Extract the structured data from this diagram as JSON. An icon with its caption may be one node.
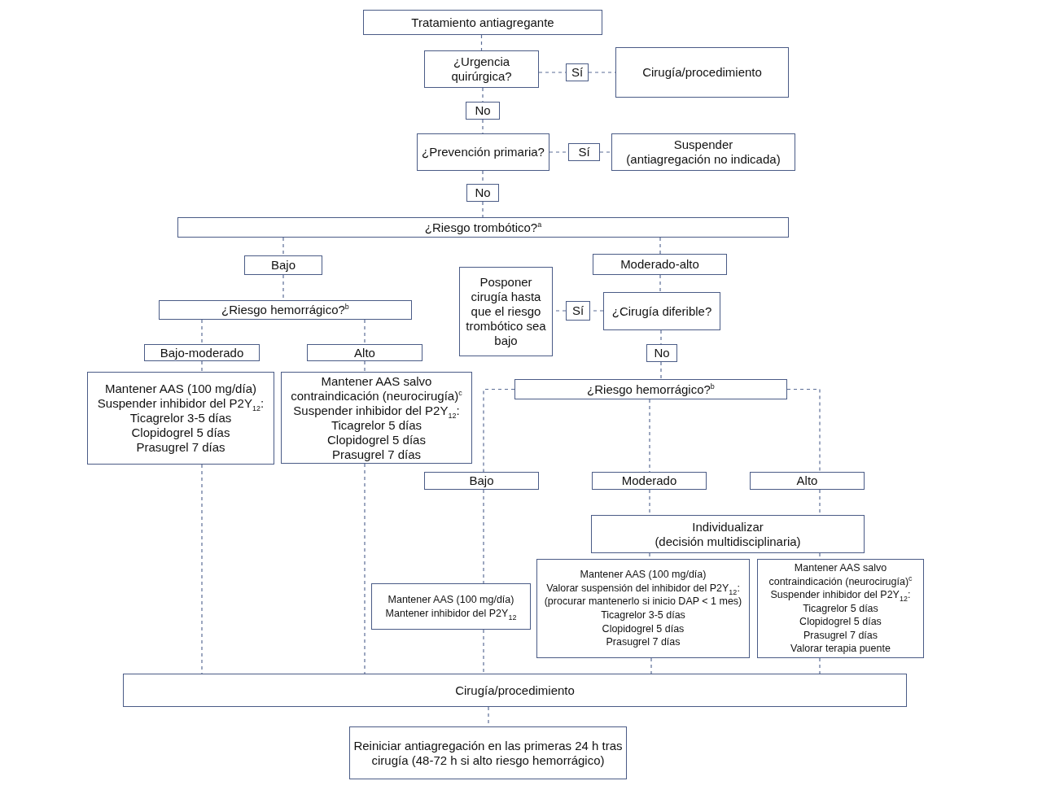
{
  "diagram": {
    "nodes": [
      {
        "text": [
          "Tratamiento antiagregante"
        ]
      },
      {
        "text": [
          "¿Urgencia quirúrgica?"
        ]
      },
      {
        "text": [
          "Sí"
        ]
      },
      {
        "text": [
          "Cirugía/procedimiento"
        ]
      },
      {
        "text": [
          "No"
        ]
      },
      {
        "text": [
          "¿Prevención primaria?"
        ]
      },
      {
        "text": [
          "Sí"
        ]
      },
      {
        "text": [
          "Suspender",
          "(antiagregación no indicada)"
        ]
      },
      {
        "text": [
          "No"
        ]
      },
      {
        "text": [
          "¿Riesgo trombótico?$^{a}$"
        ]
      },
      {
        "text": [
          "Bajo"
        ]
      },
      {
        "text": [
          "Moderado-alto"
        ]
      },
      {
        "text": [
          "Posponer cirugía hasta que el riesgo trombótico sea bajo"
        ]
      },
      {
        "text": [
          "Sí"
        ]
      },
      {
        "text": [
          "¿Cirugía diferible?"
        ]
      },
      {
        "text": [
          "¿Riesgo hemorrágico?$^{b}$"
        ]
      },
      {
        "text": [
          "No"
        ]
      },
      {
        "text": [
          "Bajo-moderado"
        ]
      },
      {
        "text": [
          "Alto"
        ]
      },
      {
        "text": [
          "Mantener AAS (100 mg/día)",
          "Suspender inhibidor del P2Y$_{12}$:",
          "Ticagrelor 3-5 días",
          "Clopidogrel 5 días",
          "Prasugrel 7 días"
        ]
      },
      {
        "text": [
          "Mantener AAS salvo contraindicación (neurocirugía)$^{c}$",
          "Suspender inhibidor del P2Y$_{12}$:",
          "Ticagrelor 5 días",
          "Clopidogrel 5 días",
          "Prasugrel 7 días"
        ]
      },
      {
        "text": [
          "¿Riesgo hemorrágico?$^{b}$"
        ]
      },
      {
        "text": [
          "Bajo"
        ]
      },
      {
        "text": [
          "Moderado"
        ]
      },
      {
        "text": [
          "Alto"
        ]
      },
      {
        "text": [
          "Individualizar",
          "(decisión multidisciplinaria)"
        ]
      },
      {
        "text": [
          "Mantener AAS (100 mg/día)",
          "Mantener inhibidor del P2Y$_{12}$"
        ]
      },
      {
        "text": [
          "Mantener AAS (100 mg/día)",
          "Valorar suspensión del inhibidor del P2Y$_{12}$:",
          "(procurar mantenerlo si inicio DAP < 1 mes)",
          "Ticagrelor 3-5 días",
          "Clopidogrel 5 días",
          "Prasugrel 7 días"
        ]
      },
      {
        "text": [
          "Mantener AAS salvo contraindicación (neurocirugía)$^{c}$",
          "Suspender inhibidor del P2Y$_{12}$:",
          "Ticagrelor 5 días",
          "Clopidogrel 5 días",
          "Prasugrel 7 días",
          "Valorar terapia puente"
        ]
      },
      {
        "text": [
          "Cirugía/procedimiento"
        ]
      },
      {
        "text": [
          "Reiniciar antiagregación en las primeras 24 h tras cirugía (48-72 h si alto riesgo hemorrágico)"
        ]
      }
    ],
    "edges": [
      {
        "from": 0,
        "to": 1,
        "arrow": "none"
      },
      {
        "from": 1,
        "to": 2,
        "arrow": "none"
      },
      {
        "from": 2,
        "to": 3,
        "arrow": "none"
      },
      {
        "from": 1,
        "to": 4,
        "arrow": "none"
      },
      {
        "from": 4,
        "to": 5,
        "arrow": "none"
      },
      {
        "from": 5,
        "to": 6,
        "arrow": "none"
      },
      {
        "from": 6,
        "to": 7,
        "arrow": "none"
      },
      {
        "from": 5,
        "to": 8,
        "arrow": "none"
      },
      {
        "from": 8,
        "to": 9,
        "arrow": "none"
      },
      {
        "from": 9,
        "to": 10,
        "arrow": "none"
      },
      {
        "from": 9,
        "to": 11,
        "arrow": "none"
      },
      {
        "from": 10,
        "to": 15,
        "arrow": "none"
      },
      {
        "from": 11,
        "to": 14,
        "arrow": "none"
      },
      {
        "from": 14,
        "to": 13,
        "arrow": "none"
      },
      {
        "from": 13,
        "to": 12,
        "arrow": "none"
      },
      {
        "from": 14,
        "to": 16,
        "arrow": "none"
      },
      {
        "from": 16,
        "to": 21,
        "arrow": "none"
      },
      {
        "from": 15,
        "to": 17,
        "arrow": "none"
      },
      {
        "from": 15,
        "to": 18,
        "arrow": "none"
      },
      {
        "from": 17,
        "to": 19,
        "arrow": "none"
      },
      {
        "from": 18,
        "to": 20,
        "arrow": "none"
      },
      {
        "from": 21,
        "to": 22,
        "arrow": "none"
      },
      {
        "from": 21,
        "to": 23,
        "arrow": "none"
      },
      {
        "from": 21,
        "to": 24,
        "arrow": "none"
      },
      {
        "from": 23,
        "to": 25,
        "arrow": "none"
      },
      {
        "from": 24,
        "to": 25,
        "arrow": "none"
      },
      {
        "from": 25,
        "to": 27,
        "arrow": "none"
      },
      {
        "from": 25,
        "to": 28,
        "arrow": "none"
      },
      {
        "from": 22,
        "to": 26,
        "arrow": "none"
      },
      {
        "from": 19,
        "to": 29,
        "arrow": "none"
      },
      {
        "from": 20,
        "to": 29,
        "arrow": "none"
      },
      {
        "from": 26,
        "to": 29,
        "arrow": "none"
      },
      {
        "from": 27,
        "to": 29,
        "arrow": "none"
      },
      {
        "from": 28,
        "to": 29,
        "arrow": "none"
      },
      {
        "from": 29,
        "to": 30,
        "arrow": "none"
      }
    ]
  }
}
